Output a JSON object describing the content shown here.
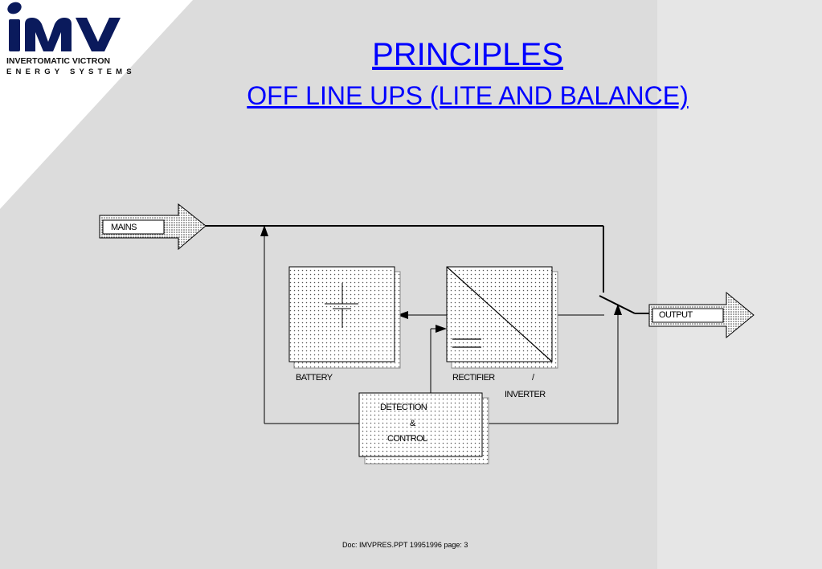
{
  "logo": {
    "icon": "imv-logo",
    "line1": "INVERTOMATIC VICTRON",
    "line2": "ENERGY SYSTEMS"
  },
  "title": "PRINCIPLES",
  "subtitle": "OFF LINE UPS (LITE AND BALANCE)",
  "diagram": {
    "mains": "MAINS",
    "output": "OUTPUT",
    "battery": "BATTERY",
    "rectifier": "RECTIFIER",
    "slash": "/",
    "inverter": "INVERTER",
    "detection": "DETECTION",
    "ampersand": "&",
    "control": "CONTROL"
  },
  "footer": "Doc: IMVPRES.PPT  19951996  page: 3",
  "colors": {
    "title": "#0000ff",
    "logo": "#0a1a5c",
    "background": "#dcdcdc"
  }
}
